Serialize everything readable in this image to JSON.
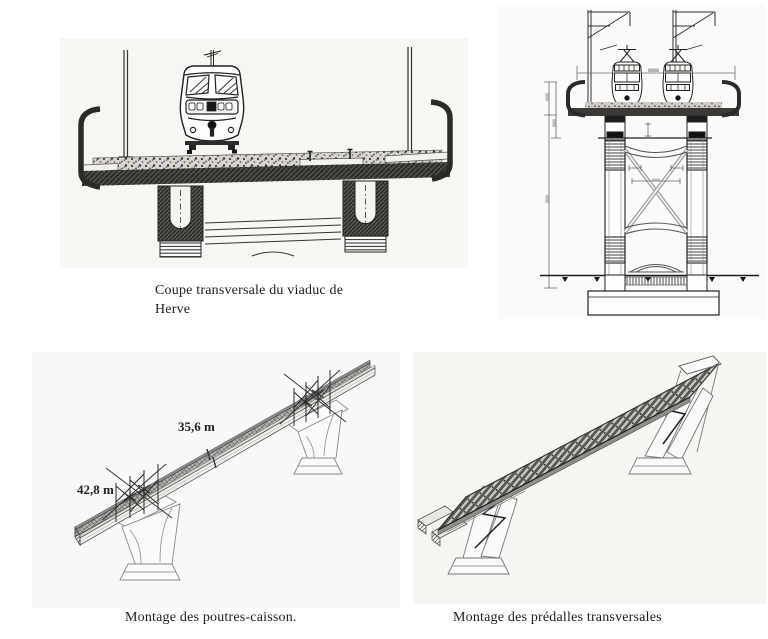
{
  "figures": {
    "viaduct_cross_section": {
      "caption_line1": "Coupe transversale du viaduc  de",
      "caption_line2": "Herve"
    },
    "box_girder_erection": {
      "caption": "Montage des poutres-caisson.",
      "span_label": "35,6 m",
      "side_span_label": "42,8 m"
    },
    "precast_slab_erection": {
      "caption": "Montage des prédalles transversales"
    }
  },
  "colors": {
    "ink": "#1c1c1c",
    "line_gray": "#555555",
    "scan_background": "#f6f5f2"
  }
}
